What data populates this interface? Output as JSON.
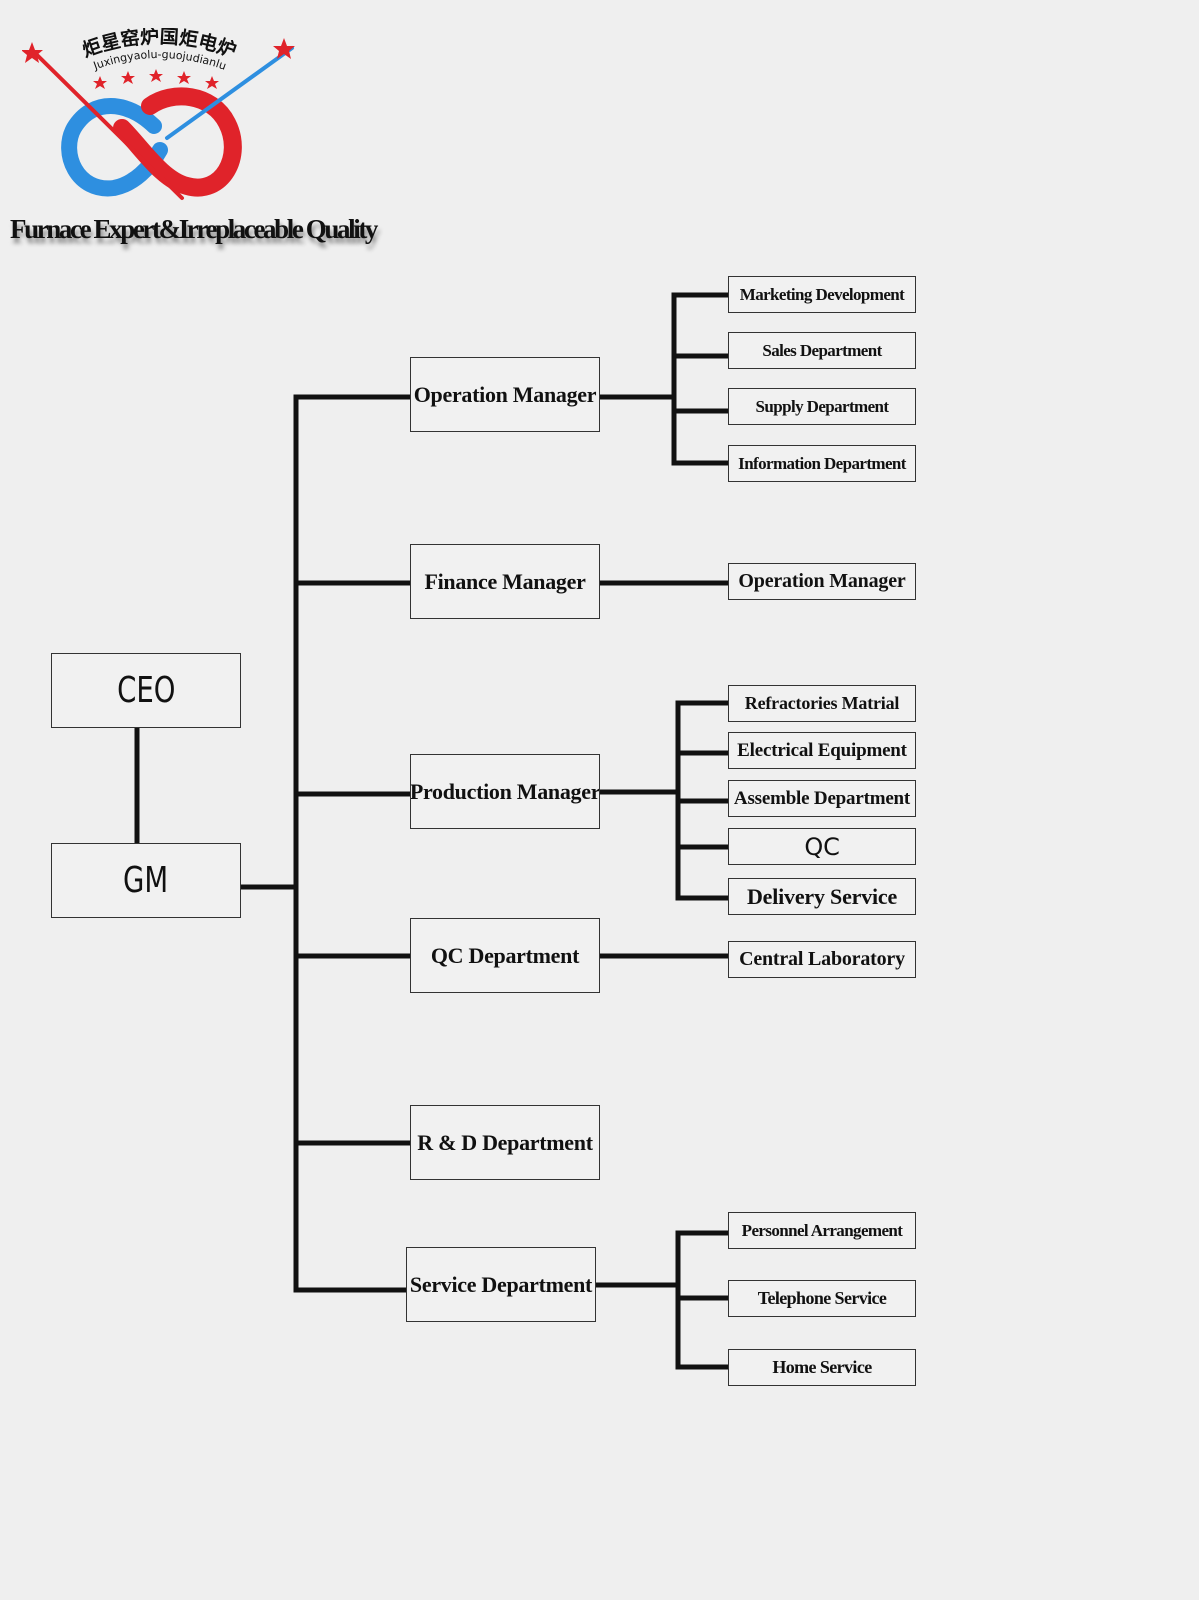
{
  "logo": {
    "name_cn": "炬星窑炉国炬电炉",
    "name_pinyin": "Juxingyaolu-guojudianlu",
    "tagline": "Furnace Expert&Irreplaceable Quality",
    "colors": {
      "red": "#e0232a",
      "blue": "#2e8fe0",
      "star": "#e0232a"
    }
  },
  "chart": {
    "top": {
      "ceo": "CEO",
      "gm": "GM"
    },
    "managers": [
      {
        "label": "Operation Manager",
        "children": [
          "Marketing Development",
          "Sales Department",
          "Supply Department",
          "Information Department"
        ]
      },
      {
        "label": "Finance  Manager",
        "children": [
          "Operation Manager"
        ]
      },
      {
        "label": "Production Manager",
        "children": [
          "Refractories Matrial",
          "Electrical Equipment",
          "Assemble  Department",
          "QC",
          "Delivery  Service"
        ]
      },
      {
        "label": "QC Department",
        "children": [
          "Central Laboratory"
        ]
      },
      {
        "label": "R & D Department",
        "children": []
      },
      {
        "label": "Service Department",
        "children": [
          "Personnel Arrangement",
          "Telephone Service",
          "Home Service"
        ]
      }
    ]
  }
}
